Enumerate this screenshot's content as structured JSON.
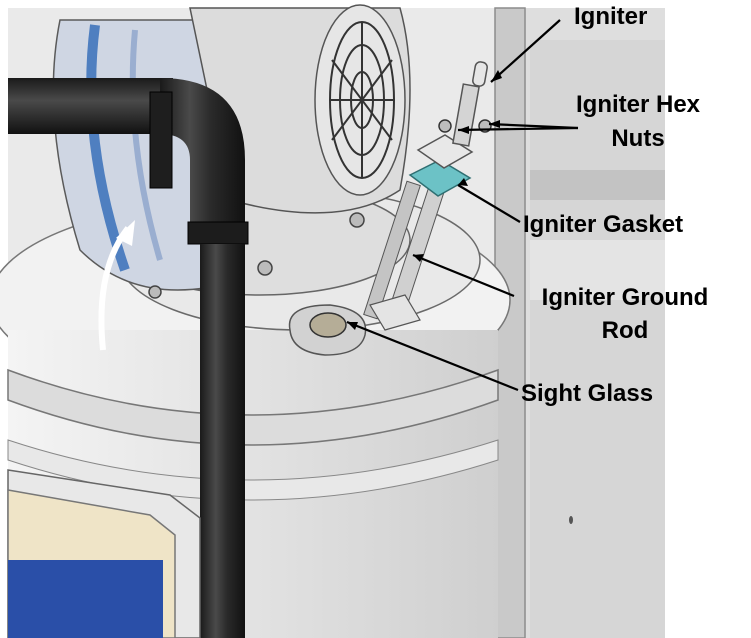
{
  "labels": {
    "igniter": "Igniter",
    "hex_nuts_line1": "Igniter Hex",
    "hex_nuts_line2": "Nuts",
    "gasket": "Igniter Gasket",
    "ground_rod_line1": "Igniter Ground",
    "ground_rod_line2": "Rod",
    "sight_glass": "Sight Glass"
  },
  "colors": {
    "background": "#ffffff",
    "housing": "#e6e6e6",
    "pipe": "#2b2b2b",
    "blower_blue": "#4f7fc0",
    "gasket_teal": "#6cc2c6",
    "screen_blue": "#2a4fa8",
    "bezel": "#efe4c7"
  },
  "icons": {
    "rotation_arrow": "curved-arrow-up",
    "blower_grille": "fan-grille"
  }
}
